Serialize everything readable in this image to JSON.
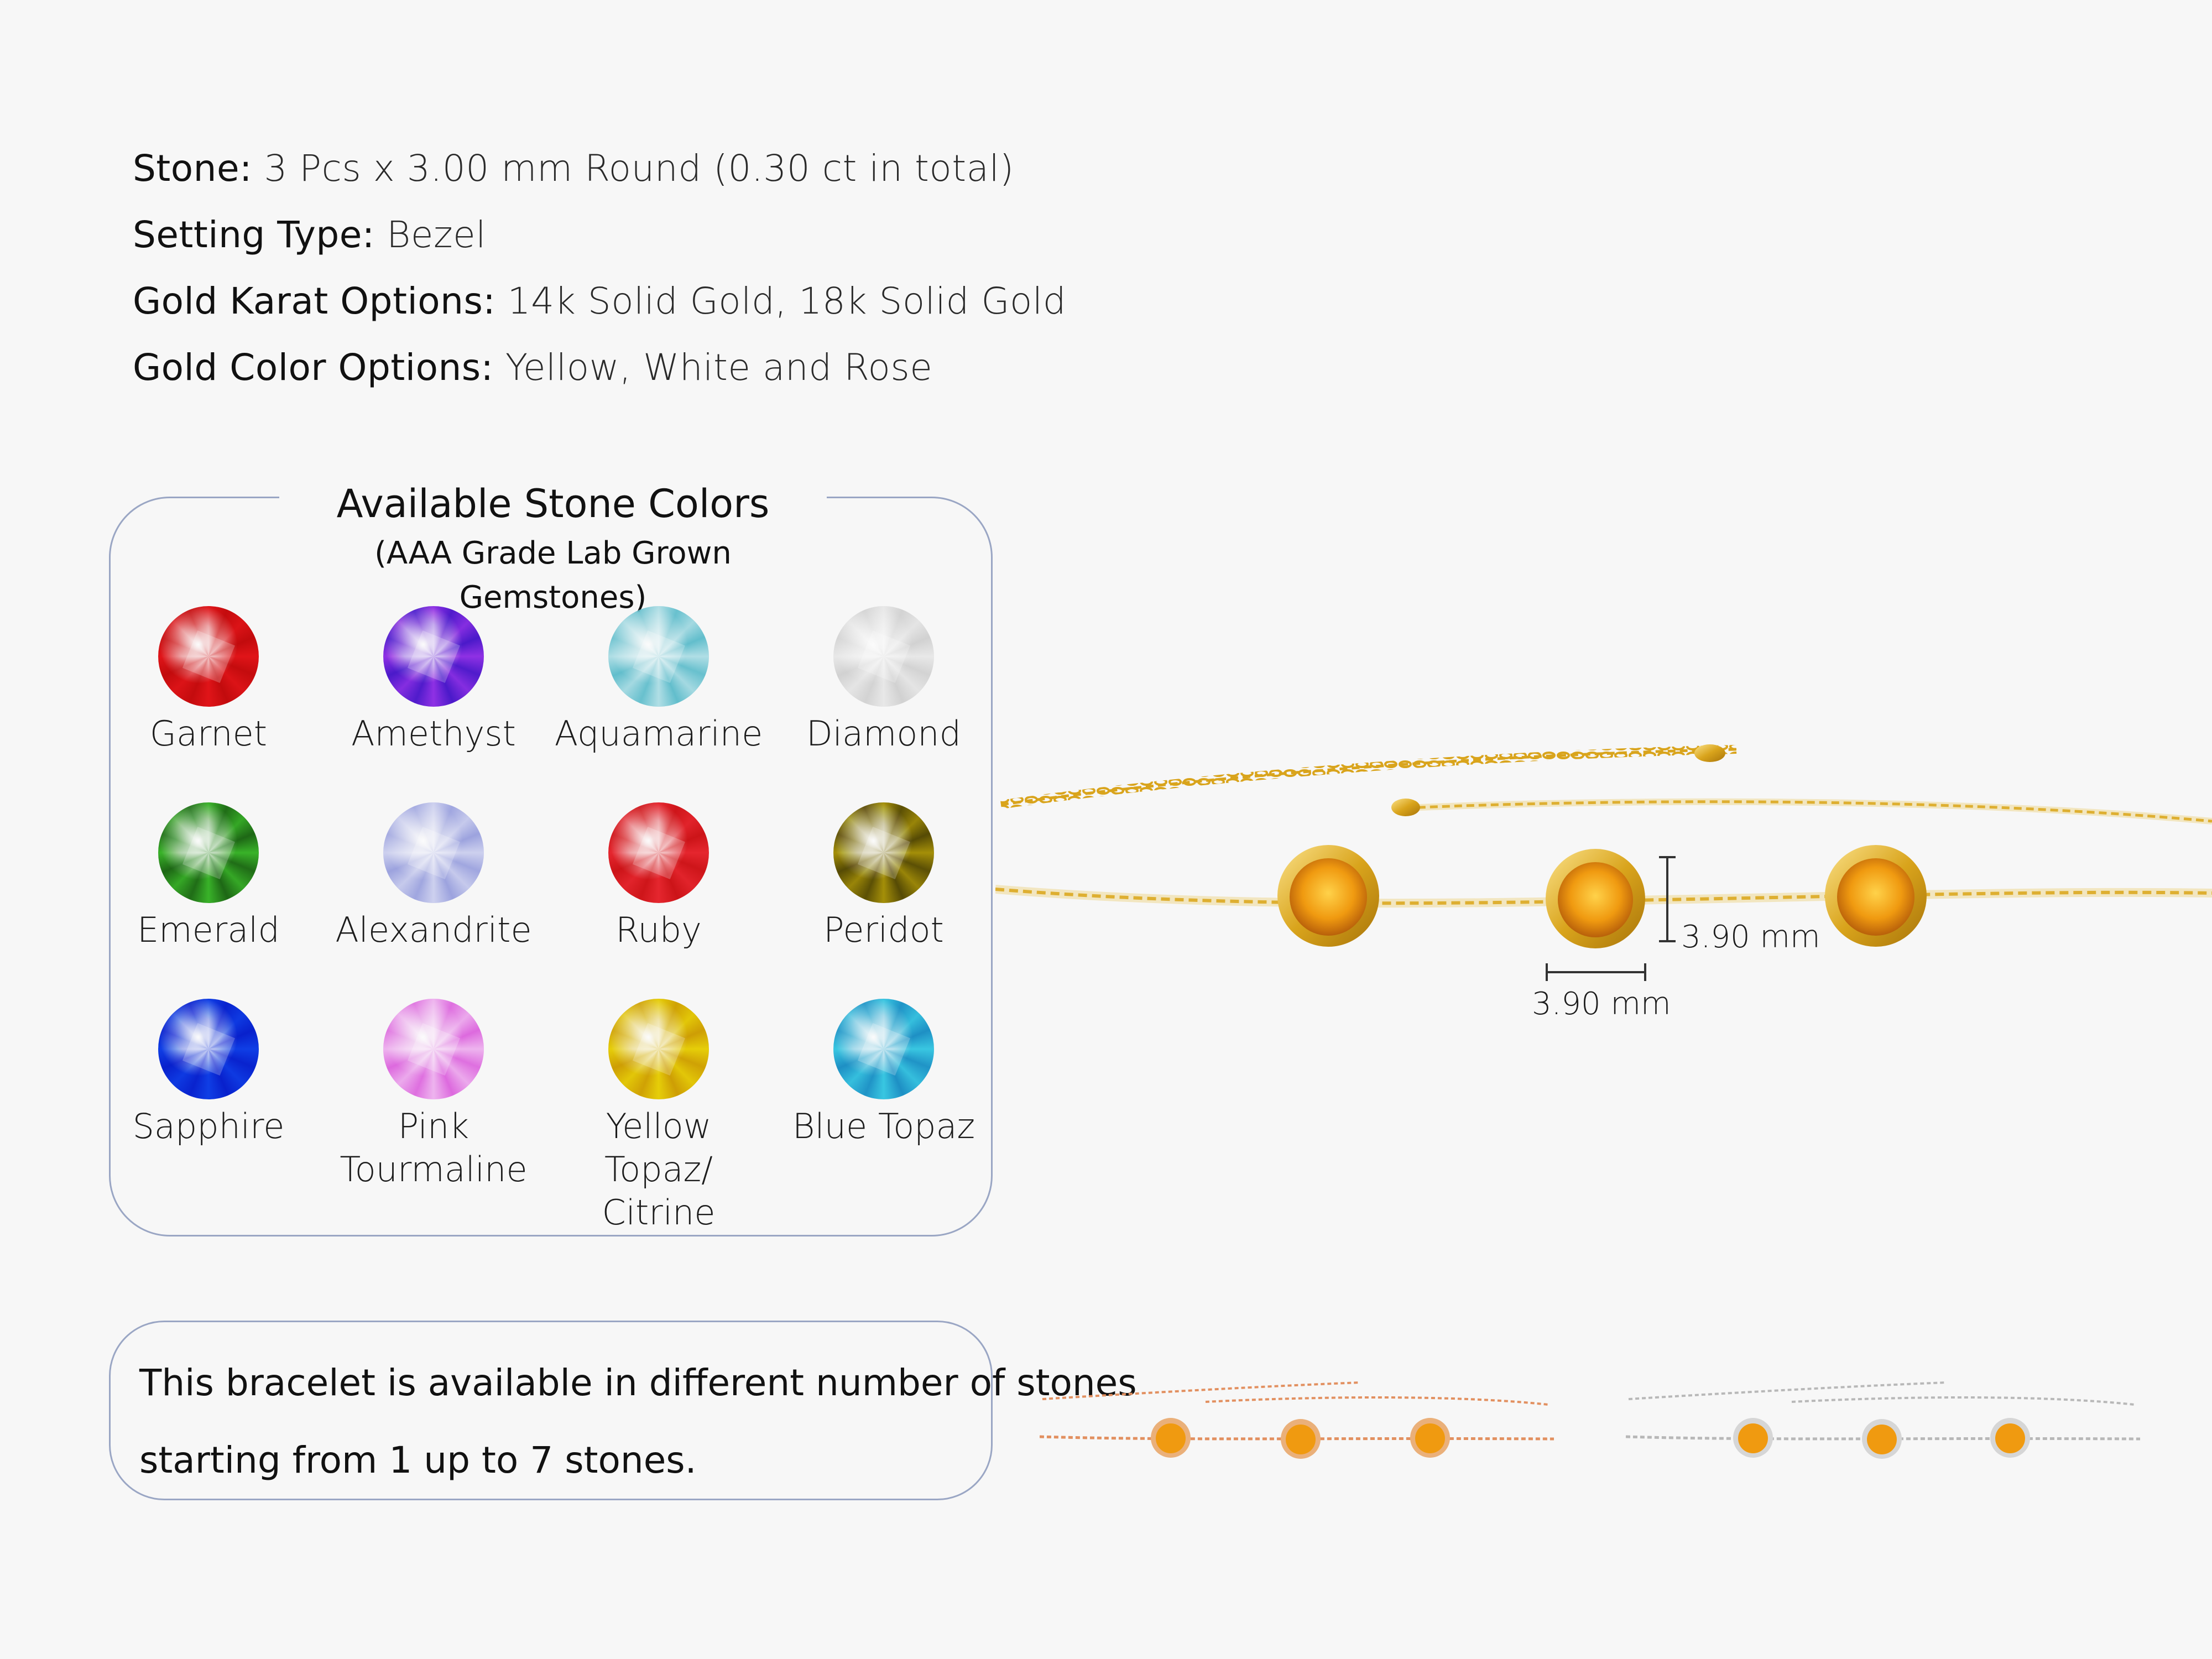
{
  "specs": [
    {
      "label": "Stone:",
      "value": "3 Pcs x 3.00 mm Round (0.30 ct in total)"
    },
    {
      "label": "Setting Type:",
      "value": "Bezel"
    },
    {
      "label": "Gold Karat Options:",
      "value": "14k Solid Gold, 18k Solid Gold"
    },
    {
      "label": "Gold Color Options:",
      "value": "Yellow, White and Rose"
    }
  ],
  "stone_colors": {
    "title": "Available Stone Colors",
    "subtitle": "(AAA Grade Lab Grown Gemstones)",
    "gems": [
      {
        "name": "Garnet",
        "color": "#d00f12"
      },
      {
        "name": "Amethyst",
        "color": "#6a24d6"
      },
      {
        "name": "Aquamarine",
        "color": "#86cdd8"
      },
      {
        "name": "Diamond",
        "color": "#dcdcdc"
      },
      {
        "name": "Emerald",
        "color": "#2a8a1e"
      },
      {
        "name": "Alexandrite",
        "color": "#b3b8e6"
      },
      {
        "name": "Ruby",
        "color": "#d81c22"
      },
      {
        "name": "Peridot",
        "color": "#7a6a06"
      },
      {
        "name": "Sapphire",
        "color": "#0b2ed8"
      },
      {
        "name": "Pink Tourmaline",
        "color": "#e58ce6"
      },
      {
        "name": "Yellow Topaz/ Citrine",
        "color": "#d9b406"
      },
      {
        "name": "Blue Topaz",
        "color": "#2aa9d2"
      }
    ]
  },
  "note": {
    "line1": "This bracelet is available in different number of stones",
    "line2": "starting from 1 up to 7 stones."
  },
  "dimensions": {
    "height": "3.90 mm",
    "width": "3.90 mm"
  },
  "colors": {
    "yellow_gold": "#e0b12a",
    "rose_gold": "#e29060",
    "white_gold": "#c8c8c8",
    "citrine": "#f09a10",
    "panel_border": "#9aa6c4"
  }
}
